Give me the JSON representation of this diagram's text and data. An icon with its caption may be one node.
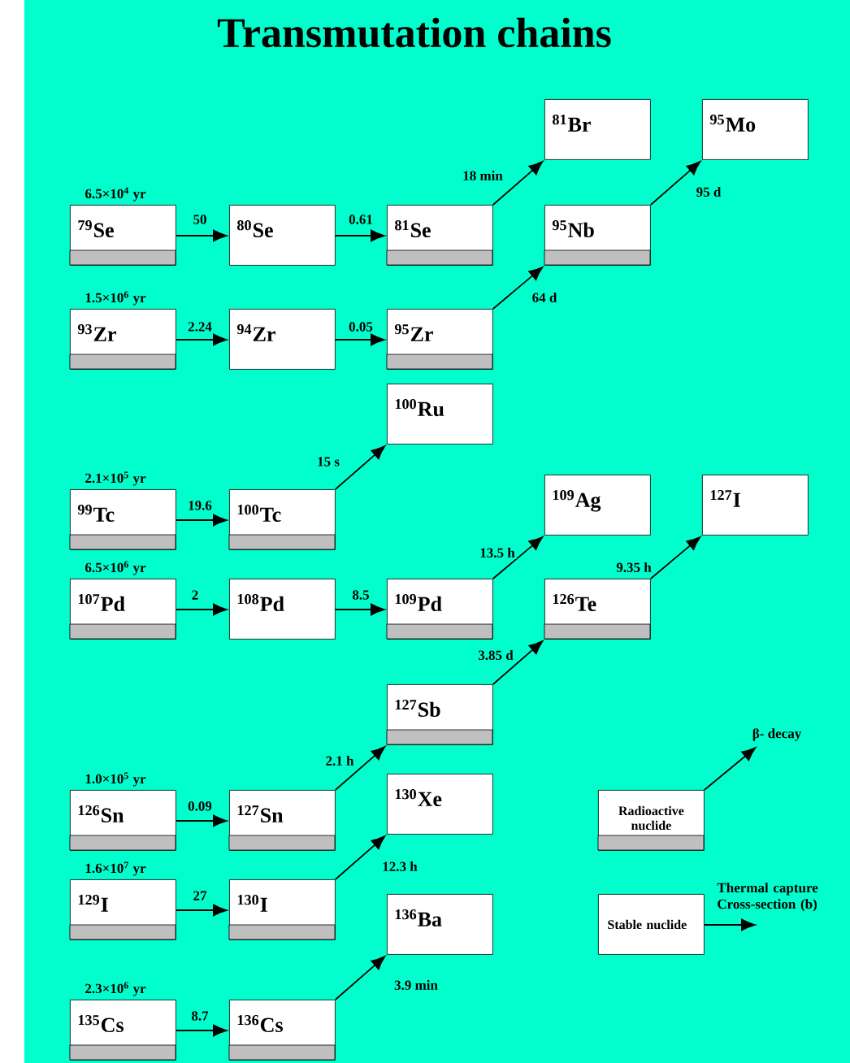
{
  "diagram": {
    "title": "Transmutation chains",
    "nodes": [
      {
        "text": [
          "$^{81}$Br"
        ]
      },
      {
        "text": [
          "$^{95}$Mo"
        ]
      },
      {
        "text": [
          "$^{79}$Se"
        ],
        "beside": [
          "6.5×10$^{4}$ yr"
        ]
      },
      {
        "text": [
          "$^{80}$Se"
        ]
      },
      {
        "text": [
          "$^{81}$Se"
        ]
      },
      {
        "text": [
          "$^{95}$Nb"
        ]
      },
      {
        "text": [
          "$^{93}$Zr"
        ],
        "beside": [
          "1.5×10$^{6}$ yr"
        ]
      },
      {
        "text": [
          "$^{94}$Zr"
        ]
      },
      {
        "text": [
          "$^{95}$Zr"
        ]
      },
      {
        "text": [
          "$^{100}$Ru"
        ]
      },
      {
        "text": [
          "$^{109}$Ag"
        ]
      },
      {
        "text": [
          "$^{127}$I"
        ]
      },
      {
        "text": [
          "$^{99}$Tc"
        ],
        "beside": [
          "2.1×10$^{5}$ yr"
        ]
      },
      {
        "text": [
          "$^{100}$Tc"
        ]
      },
      {
        "text": [
          "$^{107}$Pd"
        ],
        "beside": [
          "6.5×10$^{6}$ yr"
        ]
      },
      {
        "text": [
          "$^{108}$Pd"
        ]
      },
      {
        "text": [
          "$^{109}$Pd"
        ]
      },
      {
        "text": [
          "$^{126}$Te"
        ]
      },
      {
        "text": [
          "$^{127}$Sb"
        ]
      },
      {
        "text": [
          "$^{130}$Xe"
        ]
      },
      {
        "text": [
          "$^{126}$Sn"
        ],
        "beside": [
          "1.0×10$^{5}$ yr"
        ]
      },
      {
        "text": [
          "$^{127}$Sn"
        ]
      },
      {
        "text": [
          "Radioactive nuclide"
        ]
      },
      {
        "text": [
          "$^{129}$I"
        ],
        "beside": [
          "1.6×10$^{7}$ yr"
        ]
      },
      {
        "text": [
          "$^{130}$I"
        ]
      },
      {
        "text": [
          "$^{136}$Ba"
        ]
      },
      {
        "text": [
          "Stable nuclide"
        ]
      },
      {
        "text": [
          "$^{135}$Cs"
        ],
        "beside": [
          "2.3×10$^{6}$ yr"
        ]
      },
      {
        "text": [
          "$^{136}$Cs"
        ]
      }
    ],
    "edges": [
      {
        "from": 2,
        "to": 3,
        "arrow": "to",
        "label": "50"
      },
      {
        "from": 3,
        "to": 4,
        "arrow": "to",
        "label": "0.61"
      },
      {
        "from": 4,
        "to": 0,
        "arrow": "to",
        "label": "18 min"
      },
      {
        "from": 6,
        "to": 7,
        "arrow": "to",
        "label": "2.24"
      },
      {
        "from": 7,
        "to": 8,
        "arrow": "to",
        "label": "0.05"
      },
      {
        "from": 8,
        "to": 5,
        "arrow": "to",
        "label": "64 d"
      },
      {
        "from": 5,
        "to": 1,
        "arrow": "to",
        "label": "95 d"
      },
      {
        "from": 12,
        "to": 13,
        "arrow": "to",
        "label": "19.6"
      },
      {
        "from": 13,
        "to": 9,
        "arrow": "to",
        "label": "15 s"
      },
      {
        "from": 14,
        "to": 15,
        "arrow": "to",
        "label": "2"
      },
      {
        "from": 15,
        "to": 16,
        "arrow": "to",
        "label": "8.5"
      },
      {
        "from": 16,
        "to": 10,
        "arrow": "to",
        "label": "13.5 h"
      },
      {
        "from": 18,
        "to": 17,
        "arrow": "to",
        "label": "3.85 d"
      },
      {
        "from": 17,
        "to": 11,
        "arrow": "to",
        "label": "9.35 h"
      },
      {
        "from": 20,
        "to": 21,
        "arrow": "to",
        "label": "0.09"
      },
      {
        "from": 21,
        "to": 18,
        "arrow": "to",
        "label": "2.1 h"
      },
      {
        "from": 23,
        "to": 24,
        "arrow": "to",
        "label": "27"
      },
      {
        "from": 24,
        "to": 19,
        "arrow": "to",
        "label": "12.3 h"
      },
      {
        "from": 27,
        "to": 28,
        "arrow": "to",
        "label": "8.7"
      },
      {
        "from": 28,
        "to": 25,
        "arrow": "to",
        "label": "3.9 min"
      },
      {
        "from": 22,
        "to": null,
        "arrow": "to",
        "label": "β- decay"
      },
      {
        "from": 26,
        "to": null,
        "arrow": "to",
        "label": "Thermal capture Cross-section (b)"
      }
    ]
  }
}
